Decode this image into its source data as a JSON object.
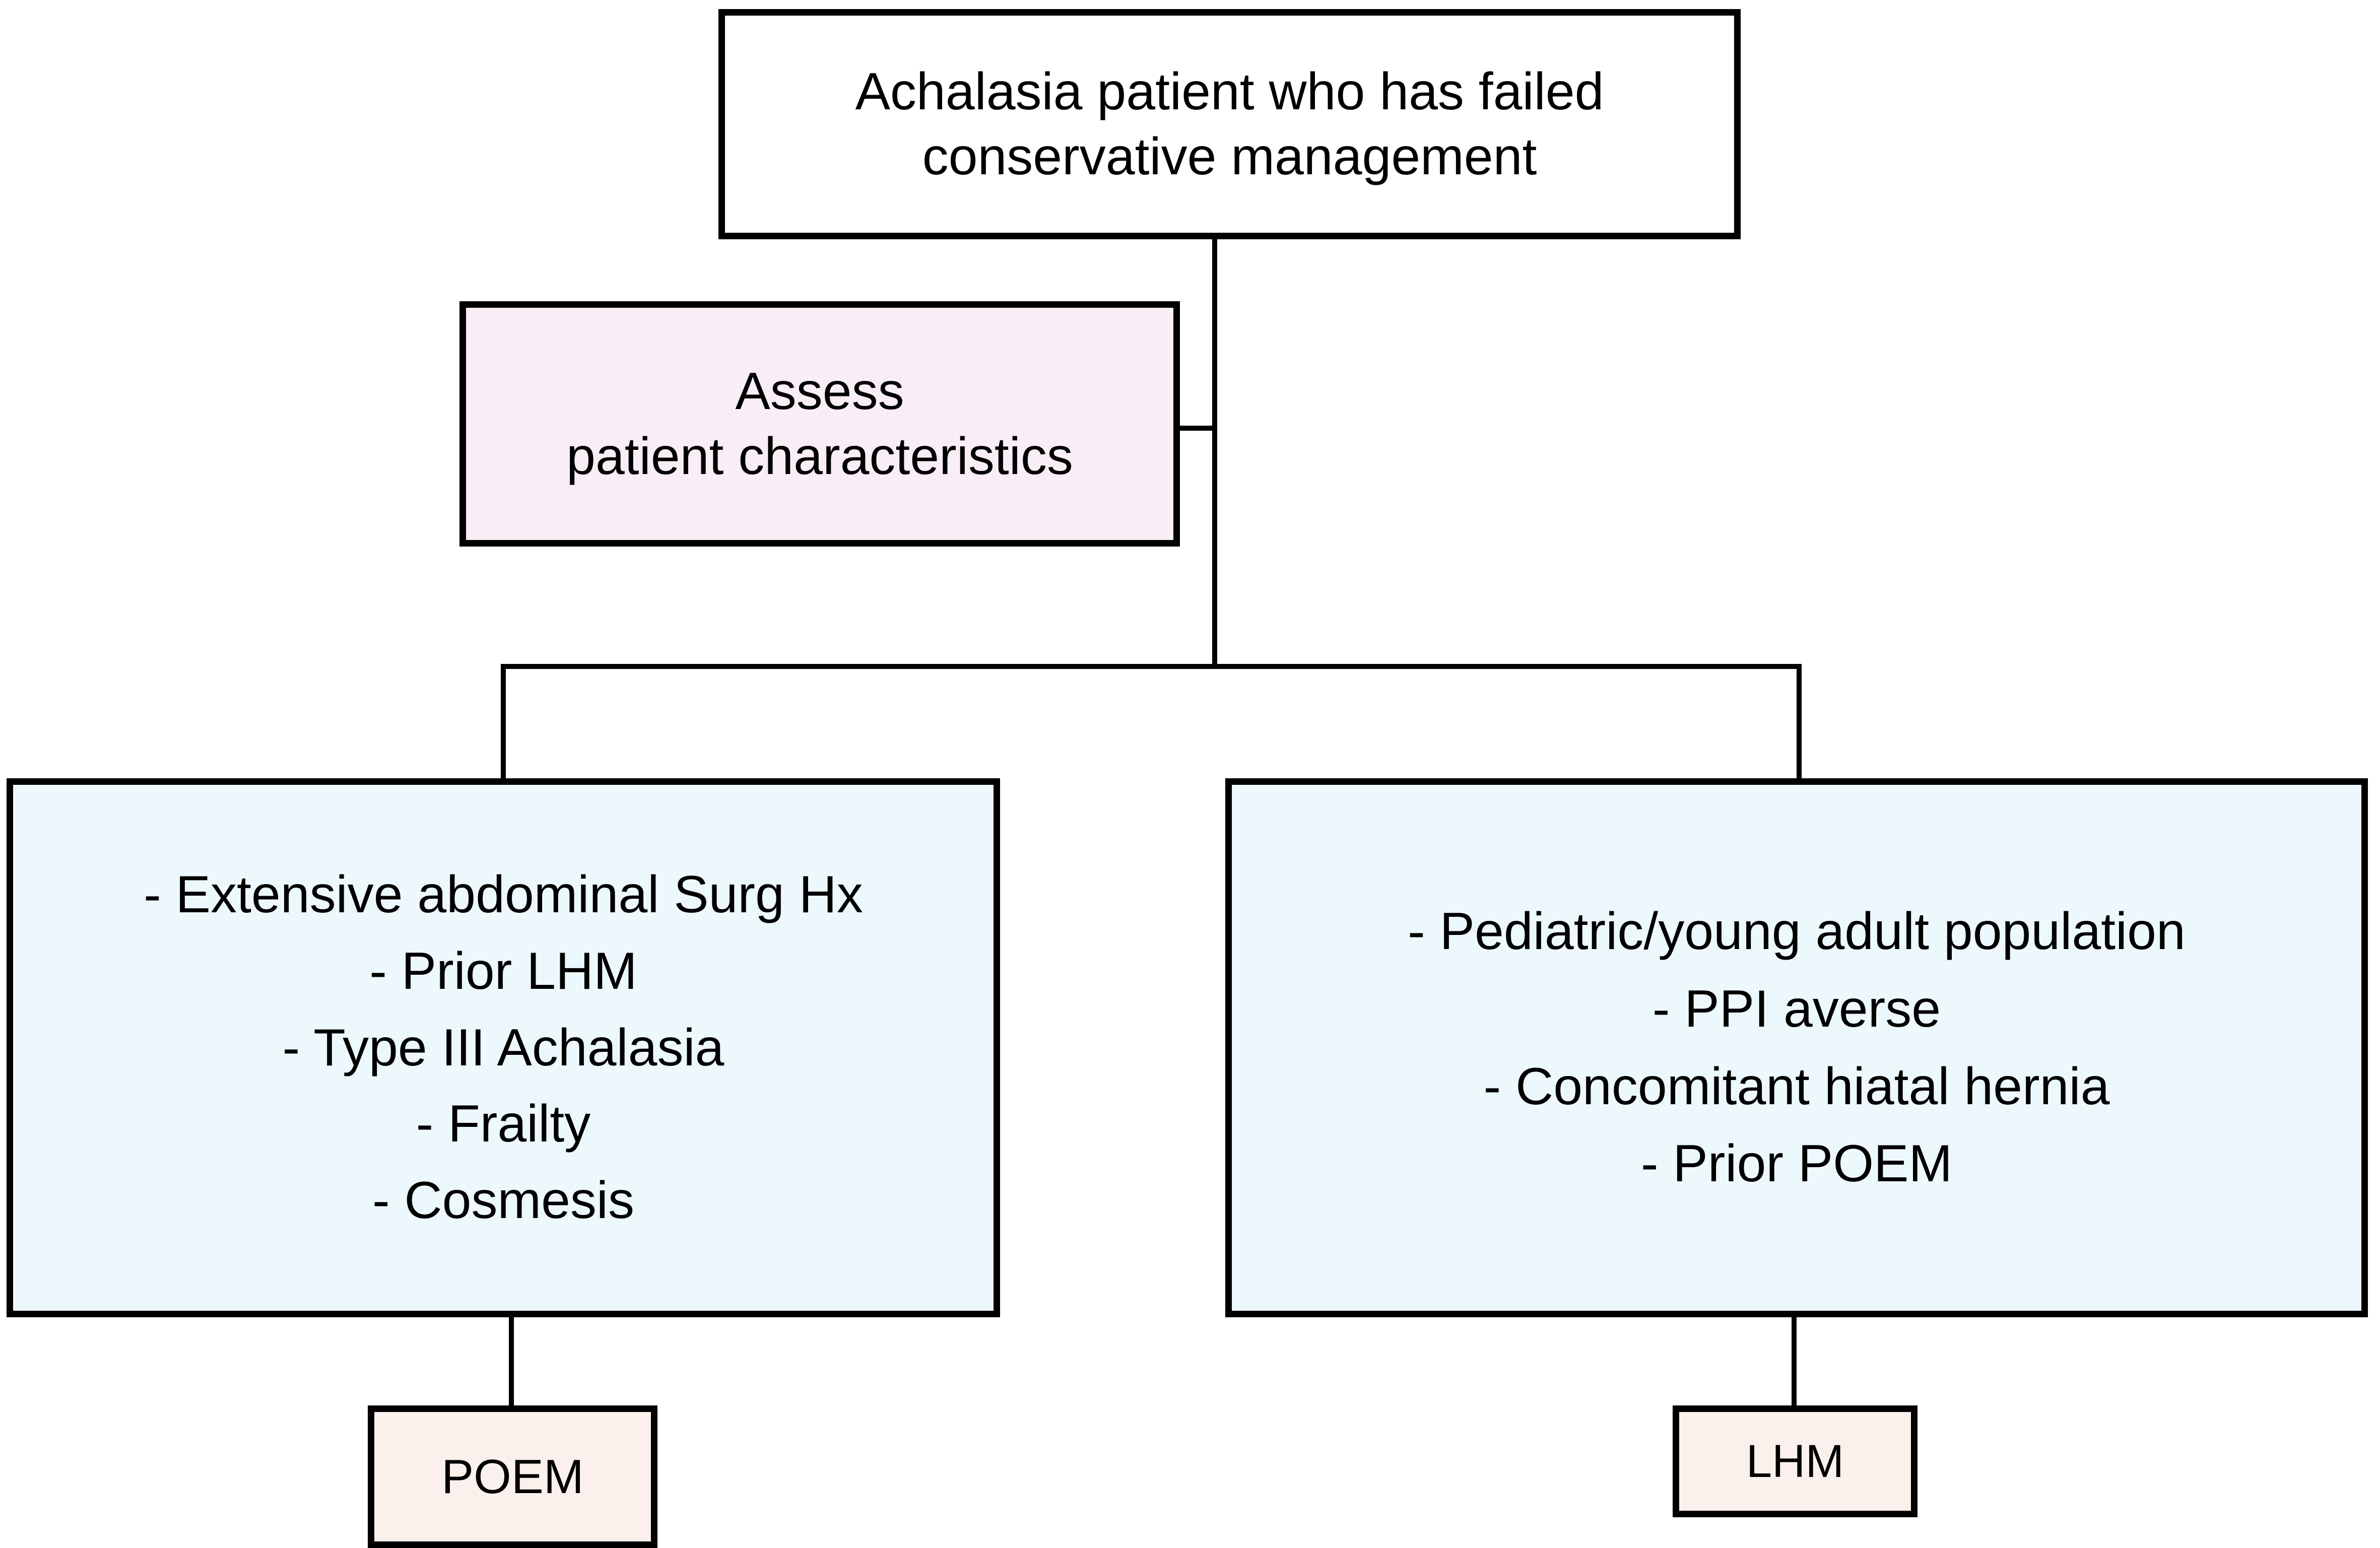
{
  "diagram": {
    "type": "flowchart",
    "title": "Achalasia management decision algorithm",
    "colors": {
      "stroke": "#000000",
      "background": "#ffffff",
      "root_fill": "#ffffff",
      "assess_fill": "#faeef6",
      "criteria_fill": "#edf8fc",
      "outcome_fill": "#fbf1ec"
    },
    "nodes": {
      "root": {
        "lines": [
          "Achalasia patient who has failed",
          "conservative management"
        ]
      },
      "assess": {
        "lines": [
          "Assess",
          "patient characteristics"
        ]
      },
      "poem_criteria": {
        "lines": [
          "- Extensive abdominal Surg Hx",
          "- Prior LHM",
          "- Type III Achalasia",
          "- Frailty",
          "- Cosmesis"
        ]
      },
      "lhm_criteria": {
        "lines": [
          "- Pediatric/young adult population",
          "- PPI averse",
          "- Concomitant hiatal hernia",
          "- Prior POEM"
        ]
      },
      "poem_outcome": {
        "lines": [
          "POEM"
        ]
      },
      "lhm_outcome": {
        "lines": [
          "LHM"
        ]
      }
    },
    "edges": [
      {
        "from": "root",
        "to": "split"
      },
      {
        "from": "assess",
        "to": "trunk"
      },
      {
        "from": "split",
        "to": "poem_criteria"
      },
      {
        "from": "split",
        "to": "lhm_criteria"
      },
      {
        "from": "poem_criteria",
        "to": "poem_outcome"
      },
      {
        "from": "lhm_criteria",
        "to": "lhm_outcome"
      }
    ]
  }
}
